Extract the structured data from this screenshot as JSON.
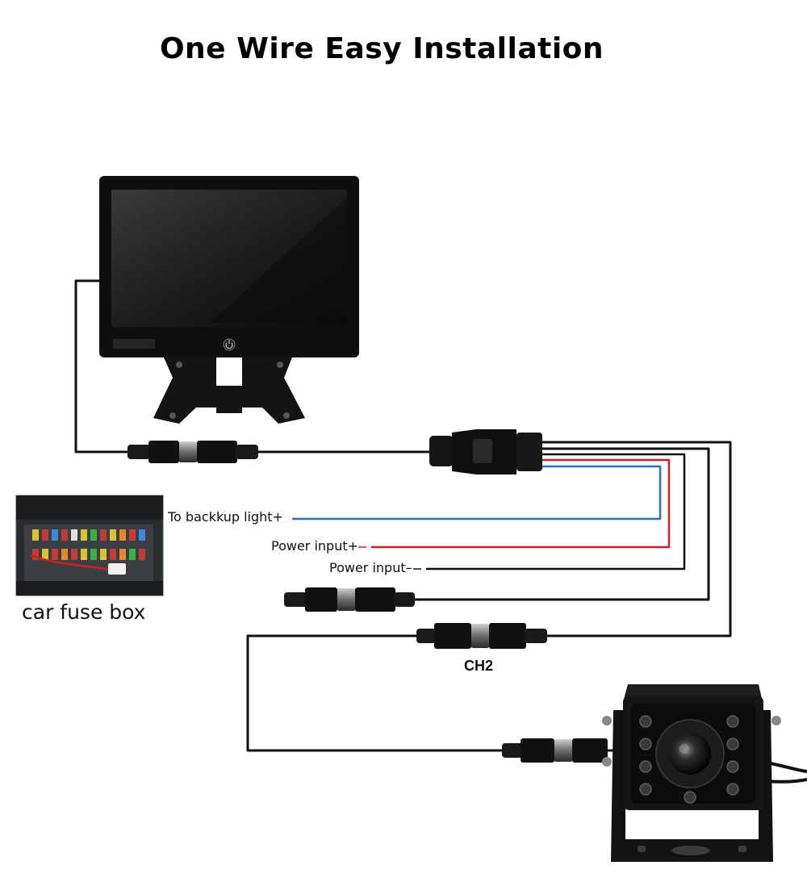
{
  "title": "One Wire Easy Installation",
  "labels": {
    "backup_light": "To backkup light+",
    "power_input_plus": "Power input+",
    "power_input_minus": "Power input–",
    "fuse_box": "car fuse box",
    "ch2": "CH2"
  },
  "wire_colors": {
    "backup": "#2a6fd6",
    "power_plus": "#d11f1f",
    "power_minus": "#111111",
    "main": "#111111"
  },
  "icons": {
    "monitor": "monitor-icon",
    "camera": "camera-icon",
    "fuse_box": "fuse-box-photo",
    "splitter": "splitter-icon",
    "connector": "connector-icon"
  }
}
